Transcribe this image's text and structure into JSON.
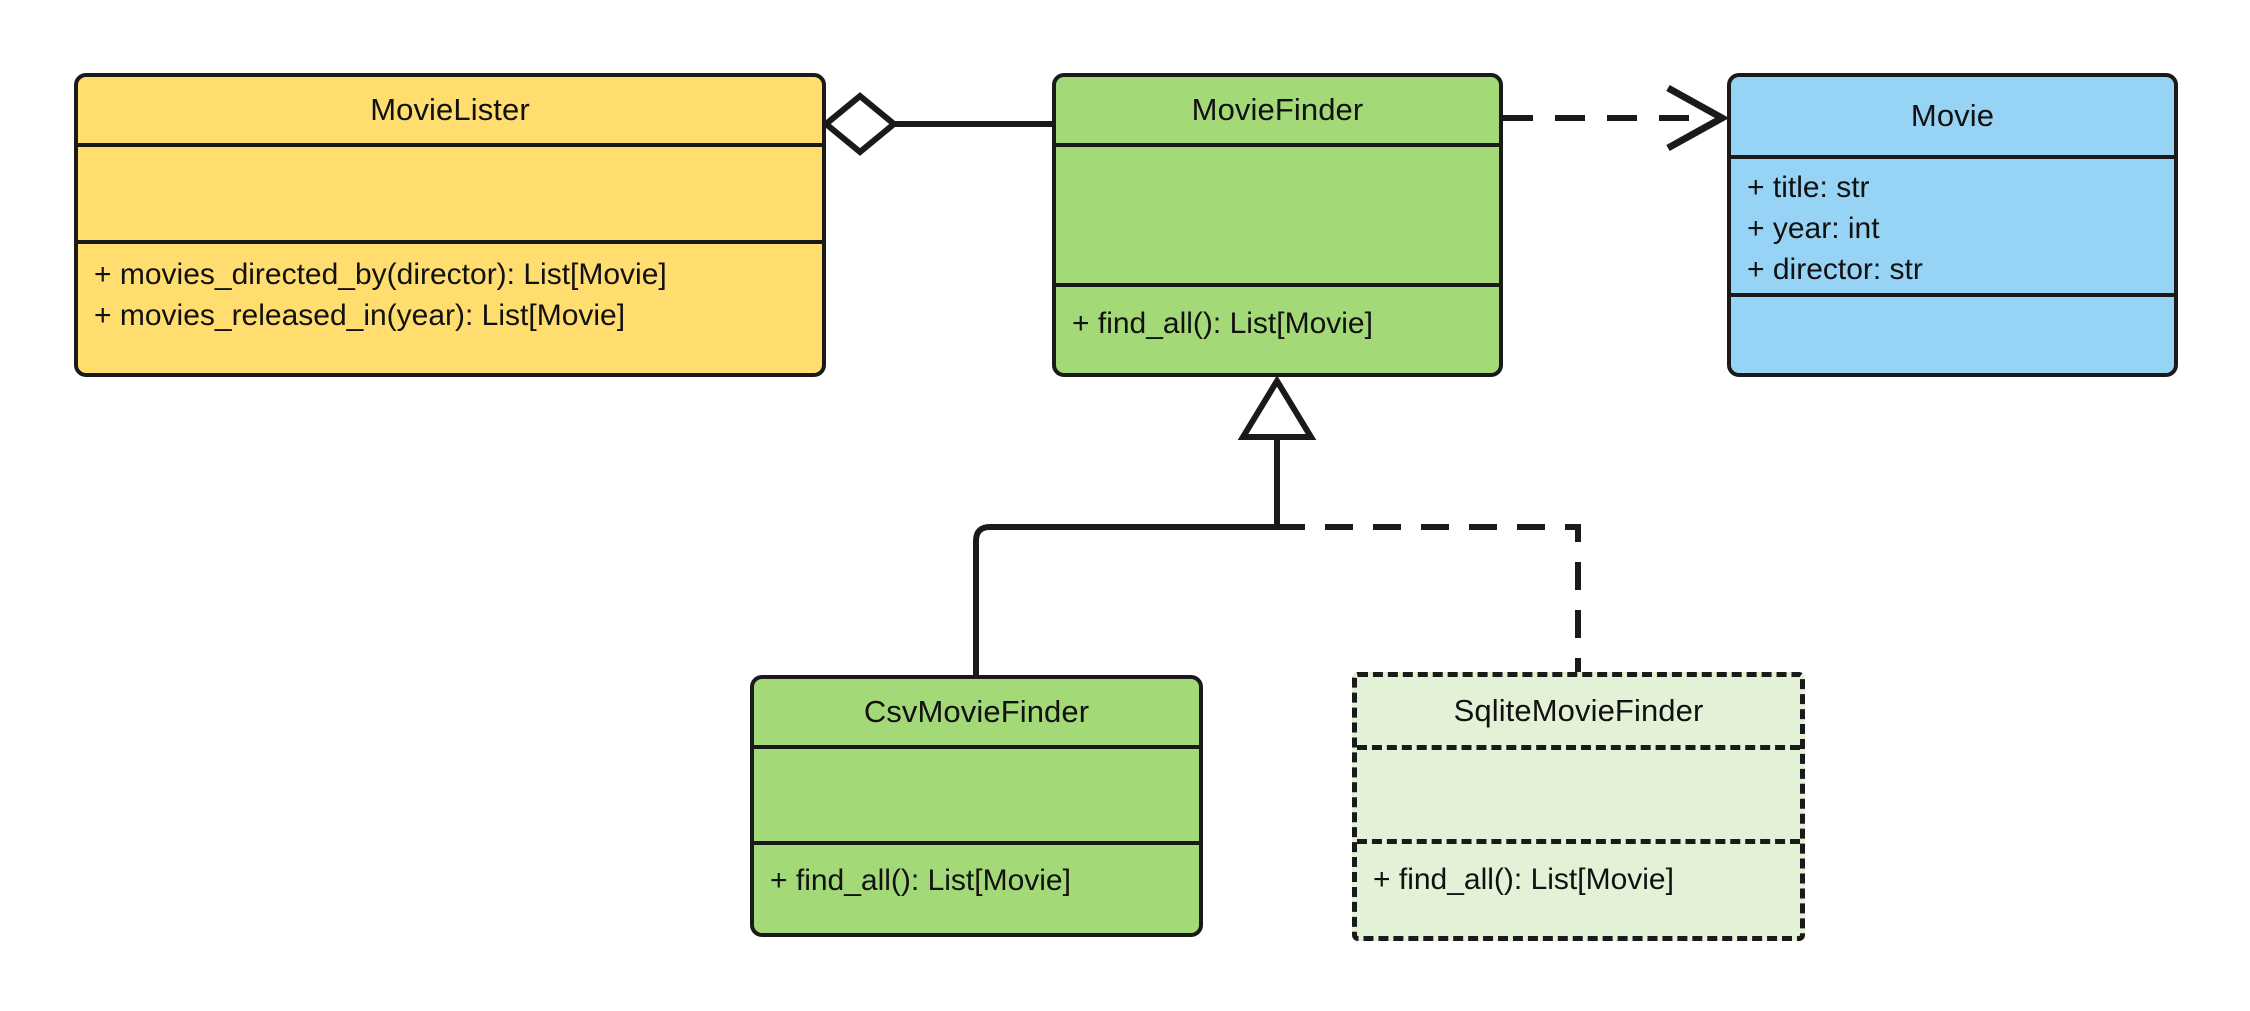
{
  "diagram": {
    "title": "MovieLister dependency injection UML class diagram",
    "type": "uml-class-diagram",
    "background_color": "#FFFFFF",
    "line_color": "#1A1A1A"
  },
  "classes": [
    {
      "id": "movie-lister",
      "name": "MovieLister",
      "fill": "#FFDD6E",
      "border_style": "solid",
      "attributes": [],
      "methods": [
        "+ movies_directed_by(director): List[Movie]",
        "+ movies_released_in(year): List[Movie]"
      ]
    },
    {
      "id": "movie-finder",
      "name": "MovieFinder",
      "fill": "#A3D977",
      "border_style": "solid",
      "attributes": [],
      "methods": [
        "+ find_all(): List[Movie]"
      ]
    },
    {
      "id": "movie",
      "name": "Movie",
      "fill": "#97D3F5",
      "border_style": "solid",
      "attributes": [
        "+ title: str",
        "+ year: int",
        "+ director: str"
      ],
      "methods": []
    },
    {
      "id": "csv-movie-finder",
      "name": "CsvMovieFinder",
      "fill": "#A3D977",
      "border_style": "solid",
      "attributes": [],
      "methods": [
        "+ find_all(): List[Movie]"
      ]
    },
    {
      "id": "sqlite-movie-finder",
      "name": "SqliteMovieFinder",
      "fill": "#E3F2D6",
      "border_style": "dashed",
      "attributes": [],
      "methods": [
        "+ find_all(): List[Movie]"
      ]
    }
  ],
  "relationships": [
    {
      "id": "lister-aggregates-finder",
      "type": "aggregation",
      "line_style": "solid",
      "source": "MovieLister",
      "target": "MovieFinder",
      "source_marker": "hollow-diamond",
      "target_marker": "none"
    },
    {
      "id": "finder-depends-on-movie",
      "type": "dependency",
      "line_style": "dashed",
      "source": "MovieFinder",
      "target": "Movie",
      "source_marker": "none",
      "target_marker": "open-arrow"
    },
    {
      "id": "csv-realizes-finder",
      "type": "generalization",
      "line_style": "solid",
      "source": "CsvMovieFinder",
      "target": "MovieFinder",
      "source_marker": "none",
      "target_marker": "hollow-triangle"
    },
    {
      "id": "sqlite-realizes-finder",
      "type": "realization",
      "line_style": "dashed",
      "source": "SqliteMovieFinder",
      "target": "MovieFinder",
      "source_marker": "none",
      "target_marker": "hollow-triangle"
    }
  ]
}
